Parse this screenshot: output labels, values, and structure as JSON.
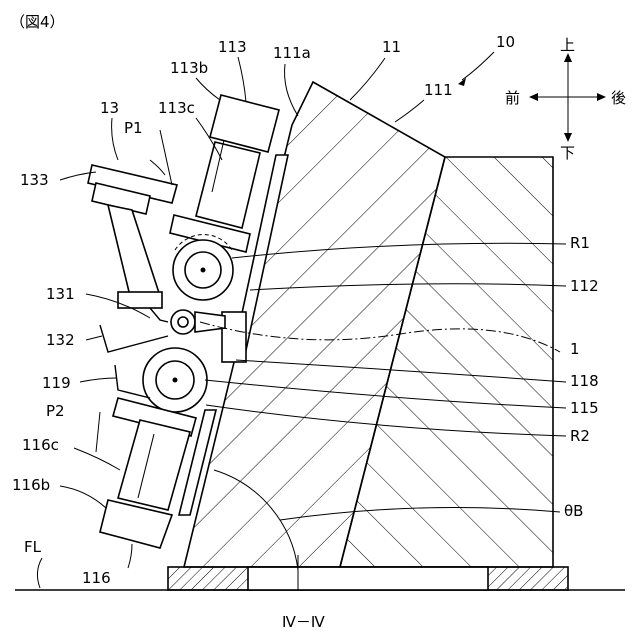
{
  "figure_label": "（図4）",
  "section_label": "Ⅳ－Ⅳ",
  "direction": {
    "up": "上",
    "down": "下",
    "front": "前",
    "rear": "後"
  },
  "labels": {
    "machine": "10",
    "body": "11",
    "body_top": "111",
    "body_face": "111a",
    "unit_upper": "113",
    "upper_motor_head": "113b",
    "upper_motor": "113c",
    "unit_left": "13",
    "path_upper": "P1",
    "bracket_top": "133",
    "roller_mid": "131",
    "guide": "132",
    "guide_lower": "119",
    "path_lower": "P2",
    "lower_motor": "116c",
    "lower_motor_head": "116b",
    "lower_unit": "116",
    "floor": "FL",
    "ref_r1": "R1",
    "ref_112": "112",
    "ref_1": "1",
    "ref_118": "118",
    "ref_115": "115",
    "ref_r2": "R2",
    "angle": "θB"
  }
}
